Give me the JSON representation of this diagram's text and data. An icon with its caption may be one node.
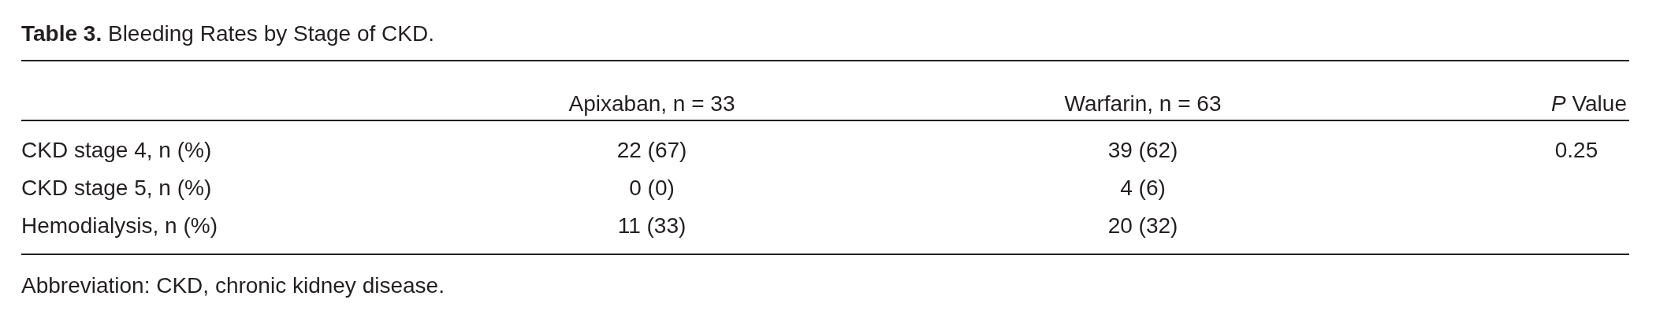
{
  "diagram": {
    "title": "**Table 3.** Bleeding Rates by Stage of CKD.",
    "caption": "Abbreviation: CKD, chronic kidney disease.",
    "labels": [
      "Apixaban, n = 33",
      "Warfarin, n = 63",
      "*P* Value",
      "CKD stage 4, n (%)",
      "22 (67)",
      "39 (62)",
      "0.25",
      "CKD stage 5, n (%)",
      "0 (0)",
      "4 (6)",
      "Hemodialysis, n (%)",
      "11 (33)",
      "20 (32)"
    ]
  }
}
